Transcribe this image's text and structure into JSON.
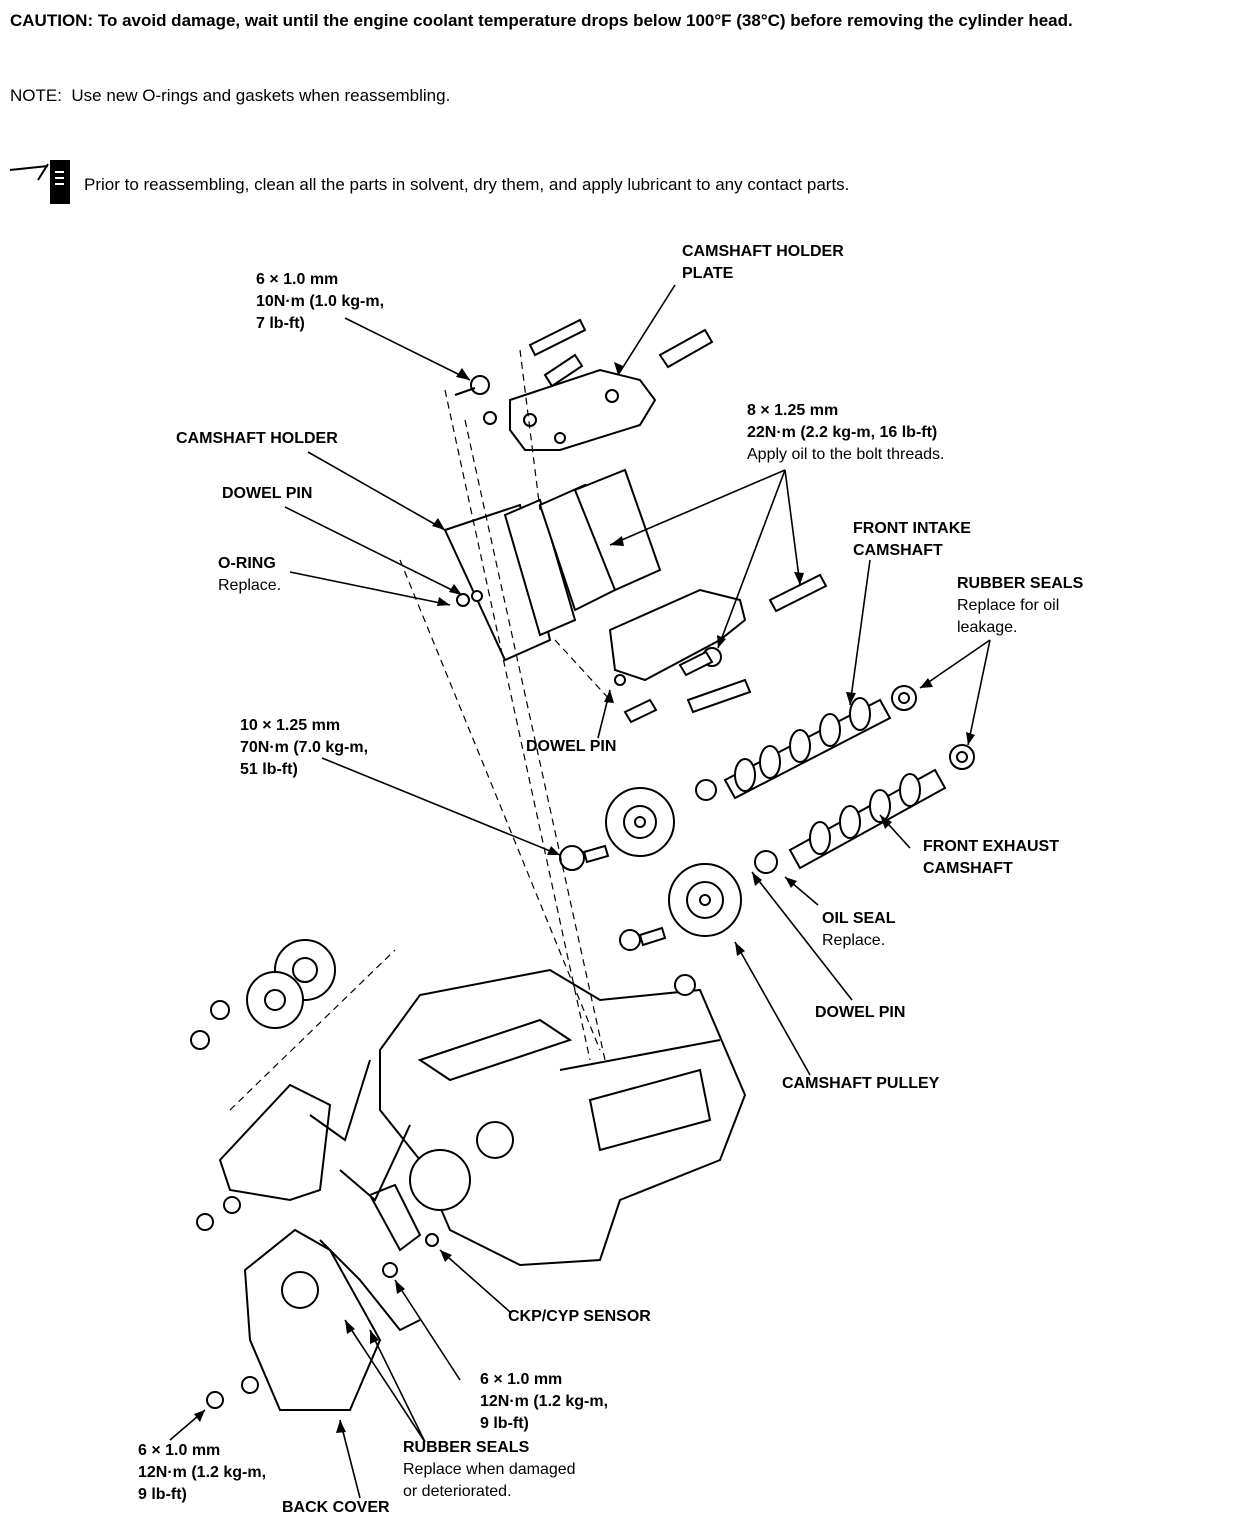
{
  "header": {
    "caution_label": "CAUTION:",
    "caution_body": " To avoid damage, wait until the engine coolant temperature drops below 100°F (38°C) before removing the cylinder head.",
    "note_label": "NOTE:",
    "note_body": "  Use new O-rings and gaskets when reassembling.",
    "lube_instruction": "Prior to reassembling, clean all the parts in solvent, dry them, and apply lubricant to any contact parts."
  },
  "callouts": {
    "bolt_top": {
      "l1": "6 × 1.0 mm",
      "l2": "10N·m (1.0 kg-m,",
      "l3": "7 lb-ft)"
    },
    "holder_plate": {
      "l1": "CAMSHAFT HOLDER",
      "l2": "PLATE"
    },
    "camshaft_holder": {
      "l1": "CAMSHAFT HOLDER"
    },
    "bolt_8": {
      "l1": "8 × 1.25 mm",
      "l2": "22N·m (2.2 kg-m, 16 lb-ft)",
      "l3": "Apply oil to the bolt threads."
    },
    "dowel_pin_1": {
      "l1": "DOWEL PIN"
    },
    "o_ring": {
      "l1": "O-RING",
      "l2": "Replace."
    },
    "front_intake": {
      "l1": "FRONT INTAKE",
      "l2": "CAMSHAFT"
    },
    "rubber_seals_top": {
      "l1": "RUBBER SEALS",
      "l2": "Replace for oil",
      "l3": "leakage."
    },
    "bolt_10": {
      "l1": "10 × 1.25 mm",
      "l2": "70N·m (7.0 kg-m,",
      "l3": "51 lb-ft)"
    },
    "dowel_pin_2": {
      "l1": "DOWEL PIN"
    },
    "front_exhaust": {
      "l1": "FRONT EXHAUST",
      "l2": "CAMSHAFT"
    },
    "oil_seal": {
      "l1": "OIL SEAL",
      "l2": "Replace."
    },
    "dowel_pin_3": {
      "l1": "DOWEL PIN"
    },
    "camshaft_pulley": {
      "l1": "CAMSHAFT PULLEY"
    },
    "ckp_sensor": {
      "l1": "CKP/CYP SENSOR"
    },
    "bolt_6_right": {
      "l1": "6 × 1.0 mm",
      "l2": "12N·m (1.2 kg-m,",
      "l3": "9 lb-ft)"
    },
    "bolt_6_left": {
      "l1": "6 × 1.0 mm",
      "l2": "12N·m (1.2 kg-m,",
      "l3": "9 lb-ft)"
    },
    "rubber_seals_bottom": {
      "l1": "RUBBER SEALS",
      "l2": "Replace when damaged",
      "l3": "or deteriorated."
    },
    "back_cover": {
      "l1": "BACK COVER"
    }
  }
}
